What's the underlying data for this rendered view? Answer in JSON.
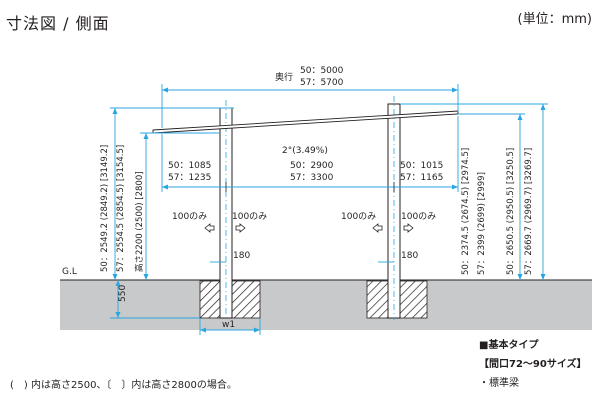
{
  "header": {
    "title": "寸法図 / 側面",
    "unit": "(単位：mm)"
  },
  "dimensions": {
    "depth_label": "奥行",
    "depth_50": "50：5000",
    "depth_57": "57：5700",
    "slope": "2°(3.49%)",
    "front_overhang_50": "50：1085",
    "front_overhang_57": "57：1235",
    "span_50": "50：2900",
    "span_57": "57：3300",
    "rear_overhang_50": "50：1015",
    "rear_overhang_57": "57：1165",
    "gl": "G.L",
    "embed_depth": "550",
    "foundation_width": "w1",
    "post_spacing_1": "180",
    "post_spacing_2": "180",
    "only_100_a": "100のみ",
    "only_100_b": "100のみ",
    "only_100_c": "100のみ",
    "only_100_d": "100のみ",
    "left_total_50": "50：2549.2 (2849.2) [3149.2]",
    "left_total_57": "57：2554.5 (2854.5) [3154.5]",
    "left_height": "高さ2200 (2500) [2800]",
    "rear_height_50": "50：2374.5 (2674.5) [2974.5]",
    "rear_height_57": "57：2399 (2699) [2999]",
    "rear_total_50": "50：2650.5 (2950.5) [3250.5]",
    "rear_total_57": "57：2669.7 (2969.7) [3269.7]"
  },
  "notes": {
    "footnote": "(　) 内は高さ2500、〔　〕内は高さ2800の場合。",
    "type_title": "■基本タイプ",
    "size_range": "【間口72～90サイズ】",
    "beam": "・標準梁"
  }
}
